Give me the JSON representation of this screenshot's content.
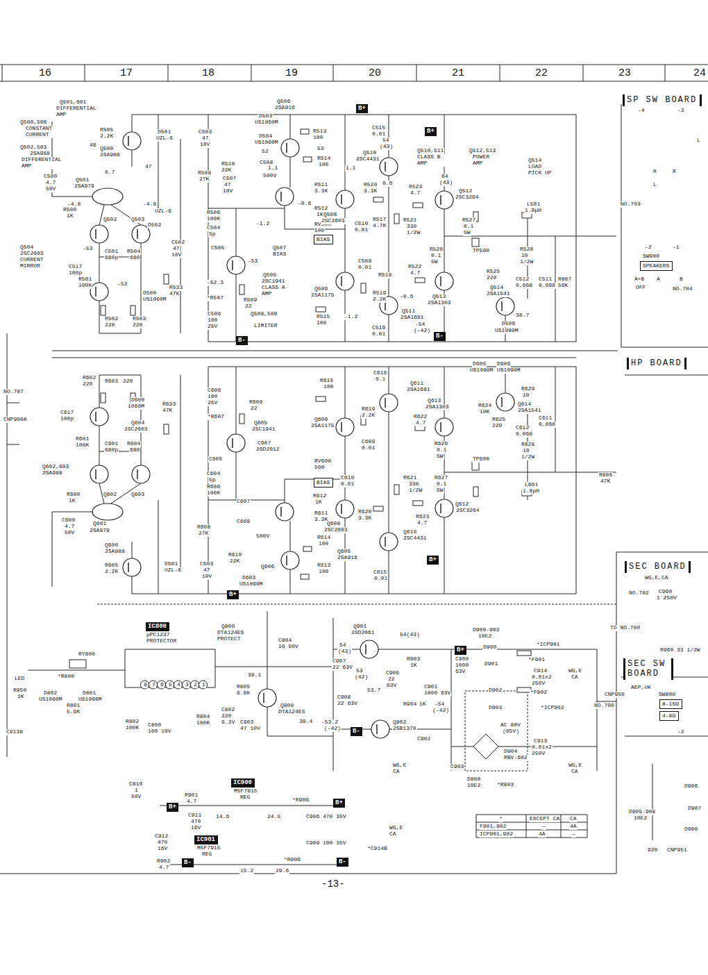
{
  "diagram": {
    "nodes": [
      {
        "text": [
          "B+"
        ]
      },
      {
        "text": [
          "B+"
        ]
      },
      {
        "text": [
          "BIAS"
        ]
      },
      {
        "text": [
          "B-"
        ]
      },
      {
        "text": [
          "B-"
        ]
      },
      {
        "text": [
          "BIAS"
        ]
      },
      {
        "text": [
          "B+"
        ]
      },
      {
        "text": [
          "B+"
        ]
      },
      {
        "text": [
          "IC800"
        ]
      },
      {
        "text": [
          "B+"
        ]
      },
      {
        "text": [
          "B-"
        ]
      },
      {
        "text": [
          "IC900"
        ]
      },
      {
        "text": [
          "B+"
        ]
      },
      {
        "text": [
          "B+"
        ]
      },
      {
        "text": [
          "IC901"
        ]
      },
      {
        "text": [
          "B-"
        ]
      },
      {
        "text": [
          "B-"
        ]
      },
      {
        "text": [
          "SP SW BOARD"
        ]
      },
      {
        "text": [
          "HP BOARD"
        ]
      },
      {
        "text": [
          "SEC BOARD"
        ]
      },
      {
        "text": [
          "SEC SW BOARD"
        ]
      },
      {
        "text": [
          "SPEAKERS"
        ]
      },
      {
        "text": [
          "8-16Ω"
        ]
      },
      {
        "text": [
          "4-8Ω"
        ]
      }
    ],
    "labels": [
      "16",
      "17",
      "18",
      "19",
      "20",
      "21",
      "22",
      "23",
      "24",
      "Q501,601",
      "DIFFERENTIAL AMP",
      "Q500,506",
      "CONSTANT CURRENT",
      "Q502,503",
      "2SA988",
      "DIFFERENTIAL AMP",
      "R505",
      "2.2K",
      "Q500",
      "2SA988",
      "D501",
      "UZL-6",
      "C503",
      "47",
      "10V",
      "Q506",
      "2SA916",
      "D503",
      "US1060M",
      "D504",
      "US1060M",
      "R513",
      "100",
      "C515",
      "0.01",
      "Q510,511",
      "CLASS B AMP",
      "Q512,513",
      "POWER AMP",
      "Q514",
      "LOAD PICK UP",
      "54",
      "(43)",
      "Q510",
      "2SC4431",
      "R508",
      "27K",
      "R510",
      "22K",
      "C507",
      "47",
      "10V",
      "C508",
      "500V",
      "52",
      "53",
      "R514",
      "100",
      "1.1",
      "1.1",
      "0.7",
      "Q501",
      "2SA979",
      "C500",
      "4.7",
      "50V",
      "-4.8",
      "-4.8",
      "47",
      "48",
      "R500",
      "1K",
      "Q502",
      "Q503",
      "D502",
      "UZL-6",
      "R506",
      "100K",
      "C504",
      "5p",
      "C505",
      "R511",
      "3.3K",
      "R512",
      "1K",
      "RV500",
      "500",
      "-0.6",
      "-1.2",
      "Q507",
      "BIAS",
      "R520",
      "3.3K",
      "0.6",
      "R523",
      "4.7",
      "64",
      "(43)",
      "Q512",
      "2SC3264",
      "R527",
      "0.1",
      "5W",
      "L501",
      "1.8μH",
      "R521",
      "330",
      "1/2W",
      "R517",
      "4.7K",
      "Q508",
      "2SC2603",
      "C510",
      "0.01",
      "R526",
      "0.1",
      "5W",
      "TP500",
      "R528",
      "10",
      "1/2W",
      "R525",
      "220",
      "R522",
      "4.7",
      "Q513",
      "2SA1303",
      "Q514",
      "2SA1541",
      "38.7",
      "D506",
      "US1090M",
      "R807",
      "56K",
      "C509",
      "0.01",
      "Q509",
      "2SA1175",
      "R518",
      "R519",
      "2.2K",
      "-0.6",
      "Q511",
      "2SA1681",
      "R515",
      "100",
      "-1.2",
      "C516",
      "0.01",
      "-54",
      "(-42)",
      "-52.3",
      "*R507",
      "Q505",
      "2SC1941",
      "CLASS A AMP",
      "Q508,509",
      "LIMITER",
      "R509",
      "22",
      "C506",
      "100",
      "25V",
      "C517",
      "100p",
      "R501",
      "100K",
      "Q504",
      "2SC2603",
      "CURRENT MIRROR",
      "C501",
      "680p",
      "R504",
      "680",
      "R502",
      "220",
      "R503",
      "220",
      "D500",
      "US1060M",
      "R533",
      "47K",
      "C502",
      "47",
      "10V",
      "-53",
      "-53",
      "-53",
      "R603",
      "220",
      "R602",
      "220",
      "D600",
      "1060M",
      "R633",
      "47K",
      "Q604",
      "2SC2603",
      "C601",
      "680p",
      "R604",
      "680",
      "Q602,603",
      "2SA988",
      "Q602",
      "Q603",
      "R600",
      "1K",
      "C600",
      "4.7",
      "50V",
      "Q601",
      "2SA979",
      "Q600",
      "2SA988",
      "R605",
      "2.2K",
      "D601",
      "UZL-6",
      "C603",
      "47",
      "10V",
      "C606",
      "100",
      "25V",
      "*R607",
      "R609",
      "22",
      "Q605",
      "2SC1941",
      "C607",
      "2SD2012",
      "C604",
      "5p",
      "R606",
      "100K",
      "C605",
      "R608",
      "27K",
      "C607",
      "C608",
      "500V",
      "R610",
      "22K",
      "D603",
      "US1060M",
      "RV600",
      "500",
      "R612",
      "1K",
      "R611",
      "3.3K",
      "R614",
      "100",
      "R613",
      "100",
      "Q605",
      "2SA916",
      "Q606",
      "R615",
      "100",
      "Q609",
      "2SA1175",
      "C616",
      "0.1",
      "Q611",
      "2SA1681",
      "Q613",
      "2SA1303",
      "R619",
      "2.2K",
      "R622",
      "4.7",
      "R626",
      "0.1",
      "5W",
      "TP600",
      "R628",
      "10",
      "1/2W",
      "L601",
      "1.8μH",
      "R621",
      "330",
      "1/2W",
      "R627",
      "0.1",
      "5W",
      "C609",
      "0.01",
      "C610",
      "0.01",
      "R620",
      "3.3K",
      "R623",
      "4.7",
      "Q612",
      "2SC3264",
      "Q608",
      "2SC2603",
      "Q610",
      "2SC4431",
      "C615",
      "0.01",
      "D605",
      "US1090M",
      "D606",
      "US1090M",
      "R624",
      "10K",
      "Q614",
      "2SA1541",
      "R625",
      "220",
      "R629",
      "10",
      "C612",
      "0.068",
      "C611",
      "0.068",
      "R806",
      "47K",
      "C512",
      "0.068",
      "C511",
      "0.068",
      "μPC1237 PROTECTOR",
      "Q800",
      "DTA124ES PROTECT",
      "C804",
      "10 50V",
      "39.1",
      "R805",
      "6.8K",
      "Q800",
      "DTA124ES",
      "39.4",
      "RY800",
      "*R800",
      "D802",
      "US1060M",
      "D801",
      "US1060M",
      "R801",
      "5.6K",
      "R950",
      "1K",
      "LED",
      "C9138",
      "8",
      "7",
      "6",
      "5",
      "4",
      "3",
      "2",
      "1",
      "R802",
      "100K",
      "C800",
      "100 10V",
      "R804",
      "100K",
      "C802",
      "220",
      "6.3V",
      "C803",
      "47 10V",
      "C810",
      "1",
      "50V",
      "M5F7815",
      "REG",
      "R901",
      "4.7",
      "C911",
      "470",
      "16V",
      "14.6",
      "24.5",
      "*R906",
      "C906 470 35V",
      "M5F7915",
      "REG",
      "C912",
      "470",
      "16V",
      "R902",
      "4.7",
      "15.2",
      "29.6",
      "*R906",
      "C909 100 35V",
      "*C914B",
      "WG,E CA",
      "-13-",
      "Q901",
      "2SD2061",
      "54",
      "(43)",
      "54(43)",
      "C907",
      "22 63V",
      "53",
      "(42)",
      "R903",
      "1K",
      "C905",
      "22",
      "63V",
      "53.7",
      "Q902",
      "2SB1370",
      "R904",
      "1K",
      "-54",
      "(-42)",
      "C908",
      "22 63V",
      "-53.2",
      "(-42)",
      "C902",
      "C903",
      "D900-903",
      "10E2",
      "*ICP901",
      "D900",
      "*F901",
      "C900",
      "1000",
      "63V",
      "D901",
      "C901",
      "1000 63V",
      "C914",
      "0.01x2",
      "250V",
      "WG,E",
      "CA",
      "D902",
      "*F902",
      "D903",
      "*ICP902",
      "AC 80V",
      "(65V)",
      "D904",
      "RBV-602",
      "C913",
      "0.01x2",
      "250V",
      "WG,E",
      "CA",
      "D800",
      "10E2",
      "*R803",
      "WG,E CA",
      "*",
      "EXCEPT CA",
      "CA",
      "F901,902",
      "—",
      "4A",
      "ICP901,902",
      "4A",
      "—",
      "-4",
      "-3",
      "L",
      "R",
      "L",
      "R",
      "NO.703",
      "-2",
      "-1",
      "SW900",
      "A+B",
      "OFF",
      "A",
      "B",
      "NO.704",
      "WG,E,CA",
      "C960",
      "1 250V",
      "NO.702",
      "TO NO.700",
      "R960 33 1/2W",
      "AEP,UK",
      "SW800",
      "CNP950",
      "NO.700",
      "-2",
      "D906",
      "D907",
      "D908",
      "D905-908",
      "10E2",
      "CNP951",
      "920",
      "NO.707",
      "CNP900A",
      "C617",
      "100p",
      "R601",
      "100K"
    ]
  }
}
